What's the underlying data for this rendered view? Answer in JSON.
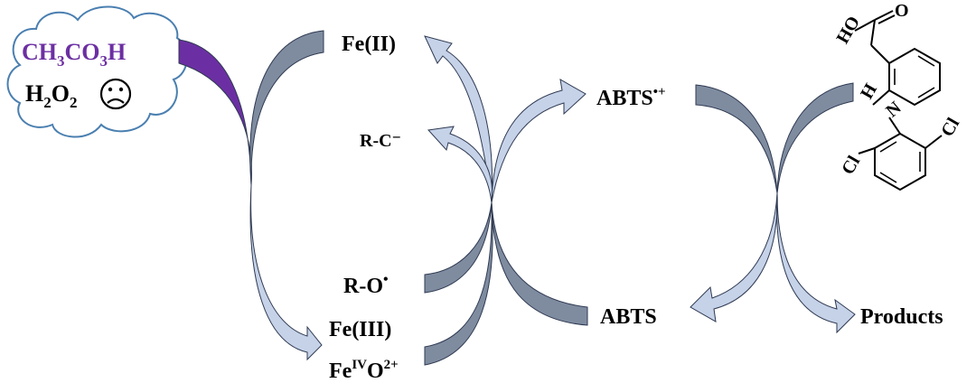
{
  "cloud": {
    "oxidant_main": "CH",
    "oxidant_sub1": "3",
    "oxidant_mid": "CO",
    "oxidant_sub2": "3",
    "oxidant_end": "H",
    "peroxide_main": "H",
    "peroxide_sub1": "2",
    "peroxide_mid": "O",
    "peroxide_sub2": "2"
  },
  "iron_cycle": {
    "fe2": "Fe(II)",
    "carbanion": "R-C⁻",
    "alkoxy_base": "R-O",
    "alkoxy_sup": "•",
    "fe3": "Fe(III)",
    "fe4_base": "Fe",
    "fe4_sup": "IV",
    "fe4_o": "O",
    "fe4_charge": "2+"
  },
  "abts_cycle": {
    "radical_base": "ABTS",
    "radical_sup": "•+",
    "reduced": "ABTS"
  },
  "products": {
    "label": "Products"
  },
  "molecule": {
    "ho": "HO",
    "o": "O",
    "h": "H",
    "n": "N",
    "cl_left": "Cl",
    "cl_right": "Cl"
  },
  "colors": {
    "dark_arrow": "#7f8ca0",
    "light_arrow": "#c5d2e8",
    "arrow_outline": "#2f3a52",
    "purple": "#6c2fa3"
  }
}
